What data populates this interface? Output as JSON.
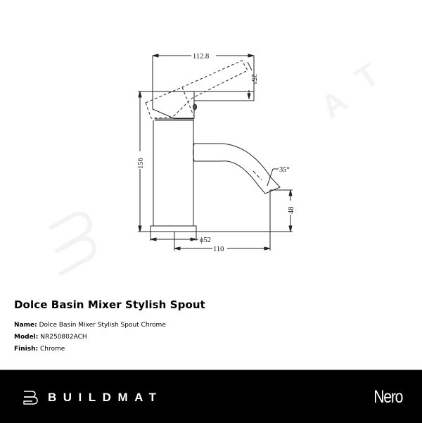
{
  "drawing": {
    "dimensions": {
      "lever_reach": "112.8",
      "lever_angle": "25°",
      "overall_height": "156",
      "spout_angle": "35°",
      "spout_height": "48",
      "base_diameter": "ϕ52",
      "spout_reach": "110"
    },
    "watermark": "BUILDMAT"
  },
  "product": {
    "title": "Dolce Basin Mixer Stylish Spout",
    "fields": [
      {
        "label": "Name:",
        "value": "Dolce Basin Mixer Stylish Spout Chrome"
      },
      {
        "label": "Model:",
        "value": "NR250802ACH"
      },
      {
        "label": "Finish:",
        "value": "Chrome"
      }
    ]
  },
  "footer": {
    "brand": "BUILDMAT",
    "partner": "Nero",
    "background": "#000000"
  }
}
